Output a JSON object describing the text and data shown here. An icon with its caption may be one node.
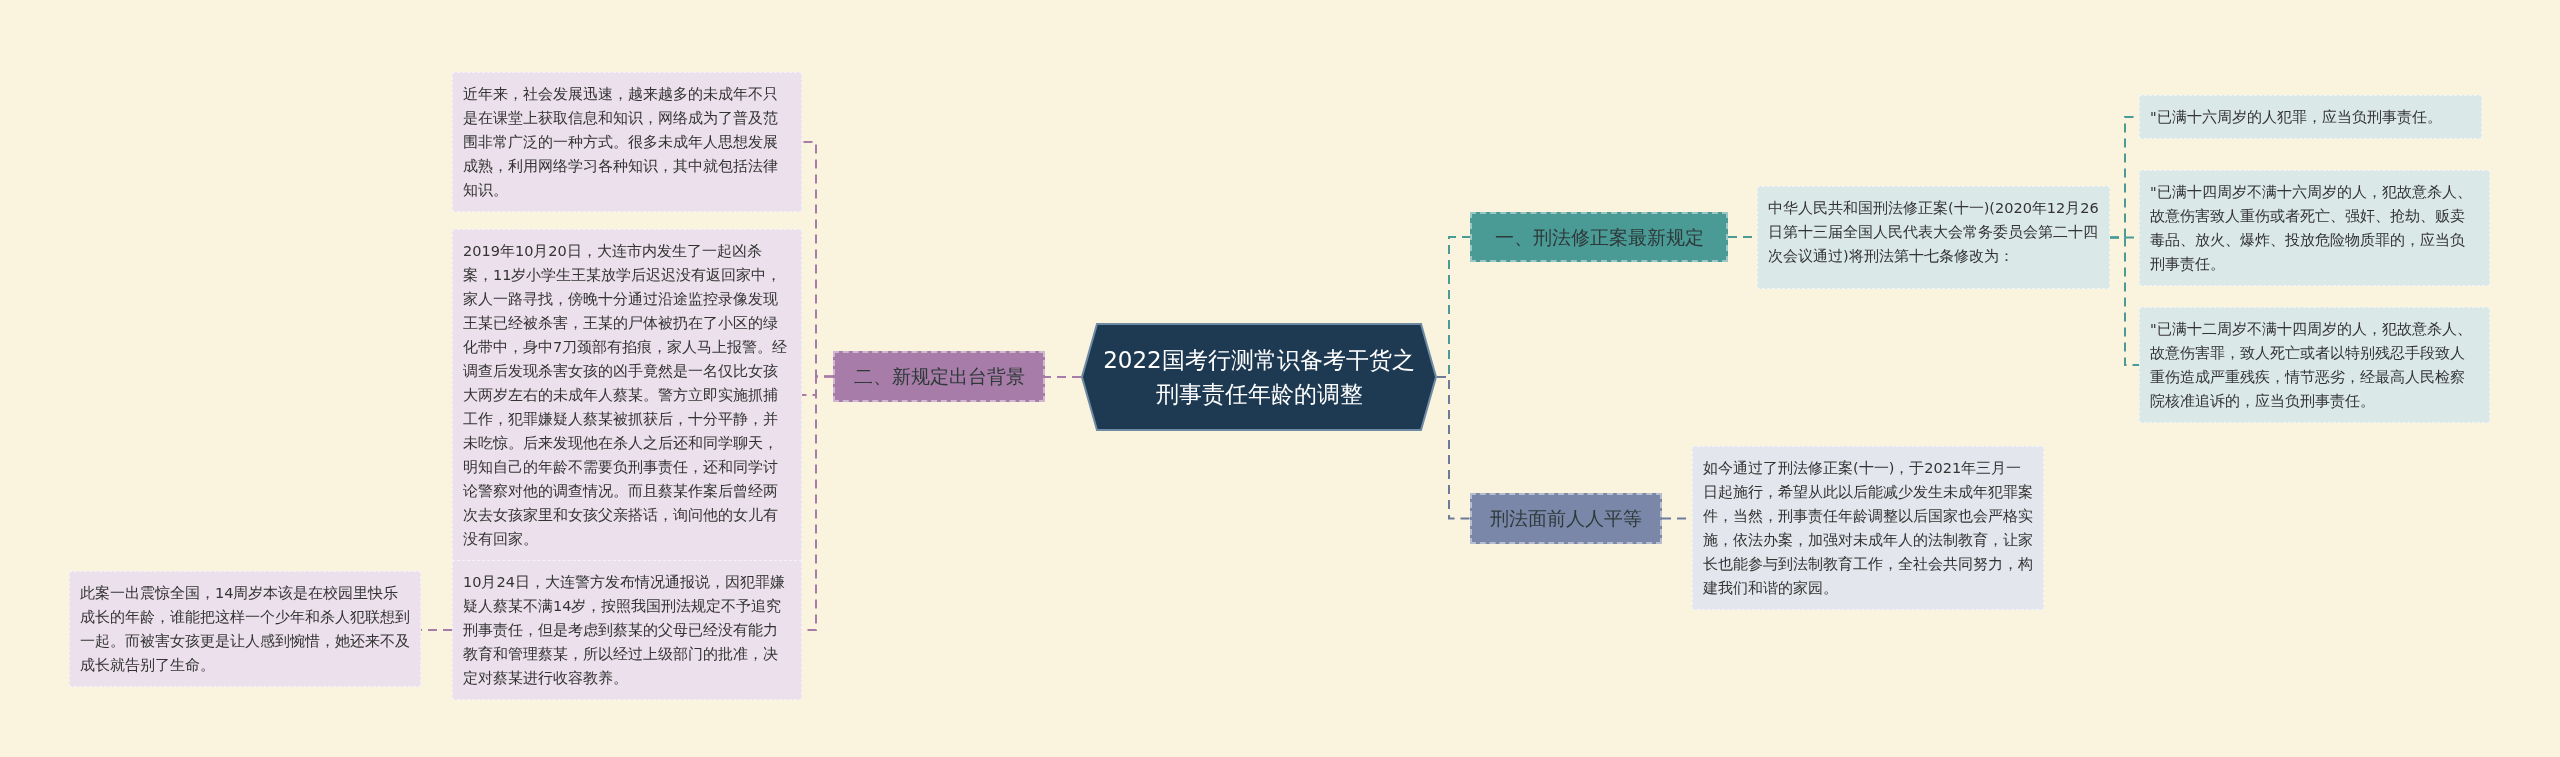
{
  "diagram": {
    "nodes": [
      {
        "text": [
          "2022国考行测常识备考干货之刑事责任年龄的调整"
        ]
      },
      {
        "text": [
          "一、刑法修正案最新规定"
        ]
      },
      {
        "text": [
          "中华人民共和国刑法修正案(十一)(2020年12月26日第十三届全国人民代表大会常务委员会第二十四次会议通过)将刑法第十七条修改为："
        ]
      },
      {
        "text": [
          "\"已满十六周岁的人犯罪，应当负刑事责任。"
        ]
      },
      {
        "text": [
          "\"已满十四周岁不满十六周岁的人，犯故意杀人、故意伤害致人重伤或者死亡、强奸、抢劫、贩卖毒品、放火、爆炸、投放危险物质罪的，应当负刑事责任。"
        ]
      },
      {
        "text": [
          "\"已满十二周岁不满十四周岁的人，犯故意杀人、故意伤害罪，致人死亡或者以特别残忍手段致人重伤造成严重残疾，情节恶劣，经最高人民检察院核准追诉的，应当负刑事责任。"
        ]
      },
      {
        "text": [
          "刑法面前人人平等"
        ]
      },
      {
        "text": [
          "如今通过了刑法修正案(十一)，于2021年三月一日起施行，希望从此以后能减少发生未成年犯罪案件，当然，刑事责任年龄调整以后国家也会严格实施，依法办案，加强对未成年人的法制教育，让家长也能参与到法制教育工作，全社会共同努力，构建我们和谐的家园。"
        ]
      },
      {
        "text": [
          "二、新规定出台背景"
        ]
      },
      {
        "text": [
          "近年来，社会发展迅速，越来越多的未成年不只是在课堂上获取信息和知识，网络成为了普及范围非常广泛的一种方式。很多未成年人思想发展成熟，利用网络学习各种知识，其中就包括法律知识。"
        ]
      },
      {
        "text": [
          "2019年10月20日，大连市内发生了一起凶杀案，11岁小学生王某放学后迟迟没有返回家中，家人一路寻找，傍晚十分通过沿途监控录像发现王某已经被杀害，王某的尸体被扔在了小区的绿化带中，身中7刀颈部有掐痕，家人马上报警。经调查后发现杀害女孩的凶手竟然是一名仅比女孩大两岁左右的未成年人蔡某。警方立即实施抓捕工作，犯罪嫌疑人蔡某被抓获后，十分平静，并未吃惊。后来发现他在杀人之后还和同学聊天，明知自己的年龄不需要负刑事责任，还和同学讨论警察对他的调查情况。而且蔡某作案后曾经两次去女孩家里和女孩父亲搭话，询问他的女儿有没有回家。"
        ]
      },
      {
        "text": [
          "10月24日，大连警方发布情况通报说，因犯罪嫌疑人蔡某不满14岁，按照我国刑法规定不予追究刑事责任，但是考虑到蔡某的父母已经没有能力教育和管理蔡某，所以经过上级部门的批准，决定对蔡某进行收容教养。"
        ]
      },
      {
        "text": [
          "此案一出震惊全国，14周岁本该是在校园里快乐成长的年龄，谁能把这样一个少年和杀人犯联想到一起。而被害女孩更是让人感到惋惜，她还来不及成长就告别了生命。"
        ]
      }
    ],
    "edges": [
      {
        "from": 0,
        "to": 1,
        "arrow": "none",
        "style": "dashed",
        "color": "#4a9a96"
      },
      {
        "from": 1,
        "to": 2,
        "arrow": "none",
        "style": "dashed",
        "color": "#4a9a96"
      },
      {
        "from": 2,
        "to": 3,
        "arrow": "none",
        "style": "dashed",
        "color": "#4a9a96"
      },
      {
        "from": 2,
        "to": 4,
        "arrow": "none",
        "style": "dashed",
        "color": "#4a9a96"
      },
      {
        "from": 2,
        "to": 5,
        "arrow": "none",
        "style": "dashed",
        "color": "#4a9a96"
      },
      {
        "from": 0,
        "to": 6,
        "arrow": "none",
        "style": "dashed",
        "color": "#6e7a99"
      },
      {
        "from": 6,
        "to": 7,
        "arrow": "none",
        "style": "dashed",
        "color": "#6e7a99"
      },
      {
        "from": 0,
        "to": 8,
        "arrow": "none",
        "style": "dashed",
        "color": "#a87ca8"
      },
      {
        "from": 8,
        "to": 9,
        "arrow": "none",
        "style": "dashed",
        "color": "#a87ca8"
      },
      {
        "from": 8,
        "to": 10,
        "arrow": "none",
        "style": "dashed",
        "color": "#a87ca8"
      },
      {
        "from": 8,
        "to": 11,
        "arrow": "none",
        "style": "dashed",
        "color": "#a87ca8"
      },
      {
        "from": 11,
        "to": 12,
        "arrow": "none",
        "style": "dashed",
        "color": "#a87ca8"
      }
    ]
  }
}
